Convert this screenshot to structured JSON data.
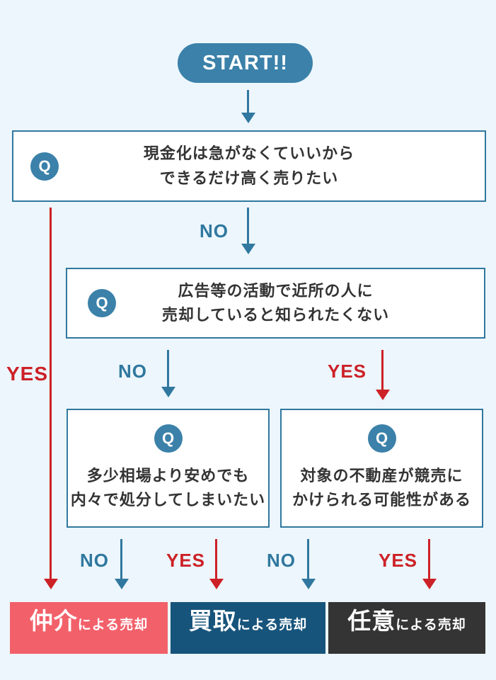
{
  "colors": {
    "background": "#ecf6fc",
    "teal_fill": "#3b81a9",
    "blue_arrow": "#30789f",
    "red_arrow": "#cc2127",
    "box_border": "#30789f",
    "question_text": "#333333",
    "result_mediation_bg": "#f2606a",
    "result_purchase_bg": "#17547b",
    "result_voluntary_bg": "#343434"
  },
  "start": {
    "label": "START!!"
  },
  "badge": {
    "label": "Q"
  },
  "labels": {
    "yes": "YES",
    "no": "NO"
  },
  "questions": [
    {
      "line1": "現金化は急がなくていいから",
      "line2": "できるだけ高く売りたい"
    },
    {
      "line1": "広告等の活動で近所の人に",
      "line2": "売却していると知られたくない"
    },
    {
      "line1": "多少相場より安めでも",
      "line2": "内々で処分してしまいたい"
    },
    {
      "line1": "対象の不動産が競売に",
      "line2": "かけられる可能性がある"
    }
  ],
  "results": [
    {
      "emphasis": "仲介",
      "suffix": "による売却"
    },
    {
      "emphasis": "買取",
      "suffix": "による売却"
    },
    {
      "emphasis": "任意",
      "suffix": "による売却"
    }
  ]
}
